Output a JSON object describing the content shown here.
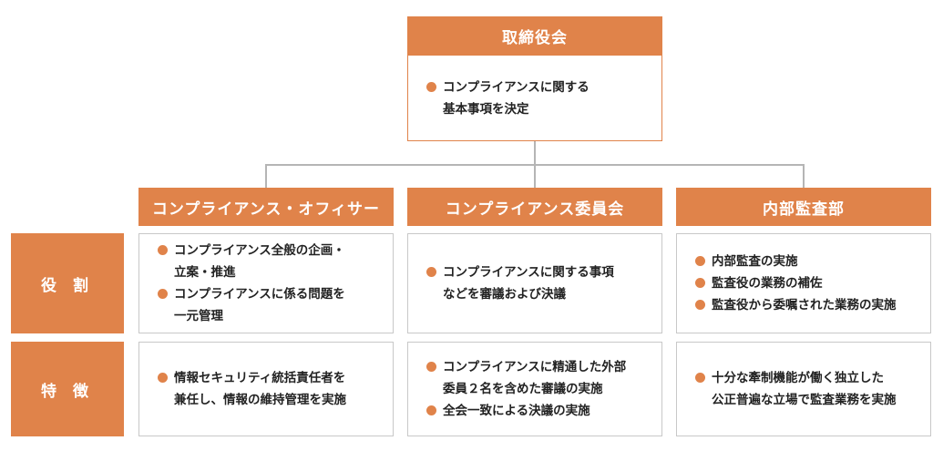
{
  "board": {
    "title": "取締役会",
    "items": [
      "コンプライアンスに関する\n基本事項を決定"
    ]
  },
  "columns": [
    {
      "title": "コンプライアンス・オフィサー"
    },
    {
      "title": "コンプライアンス委員会"
    },
    {
      "title": "内部監査部"
    }
  ],
  "rows": [
    {
      "label": "役 割",
      "cells": [
        {
          "items": [
            "コンプライアンス全般の企画・\n立案・推進",
            "コンプライアンスに係る問題を\n一元管理"
          ]
        },
        {
          "items": [
            "コンプライアンスに関する事項\nなどを審議および決議"
          ]
        },
        {
          "items": [
            "内部監査の実施",
            "監査役の業務の補佐",
            "監査役から委嘱された業務の実施"
          ]
        }
      ]
    },
    {
      "label": "特 徴",
      "cells": [
        {
          "items": [
            "情報セキュリティ統括責任者を\n兼任し、情報の維持管理を実施"
          ]
        },
        {
          "items": [
            "コンプライアンスに精通した外部\n委員２名を含めた審議の実施",
            "全会一致による決議の実施"
          ]
        },
        {
          "items": [
            "十分な牽制機能が働く独立した\n公正普遍な立場で監査業務を実施"
          ]
        }
      ]
    }
  ],
  "colors": {
    "accent": "#e0834a",
    "border": "#c8c8c8",
    "connector": "#b5b5b5"
  }
}
